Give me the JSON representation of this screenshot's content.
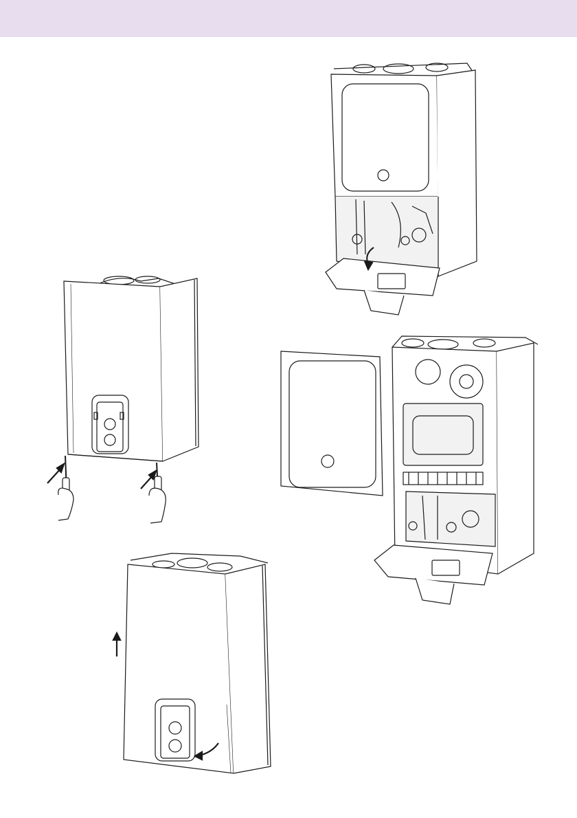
{
  "page": {
    "header_band_color": "#e8dcef"
  },
  "colors": {
    "line": "#1a1a1a",
    "panel": "#ffffff",
    "shade": "#f2f2f2"
  },
  "figures": [
    {
      "id": "boiler-front-closed",
      "icon": "boiler-with-screwdrivers"
    },
    {
      "id": "boiler-front-lifting",
      "icon": "boiler-cover-lift-arrow"
    },
    {
      "id": "boiler-panel-open",
      "icon": "boiler-control-panel-folded-down"
    },
    {
      "id": "boiler-exploded",
      "icon": "boiler-cover-removed-internals"
    }
  ]
}
